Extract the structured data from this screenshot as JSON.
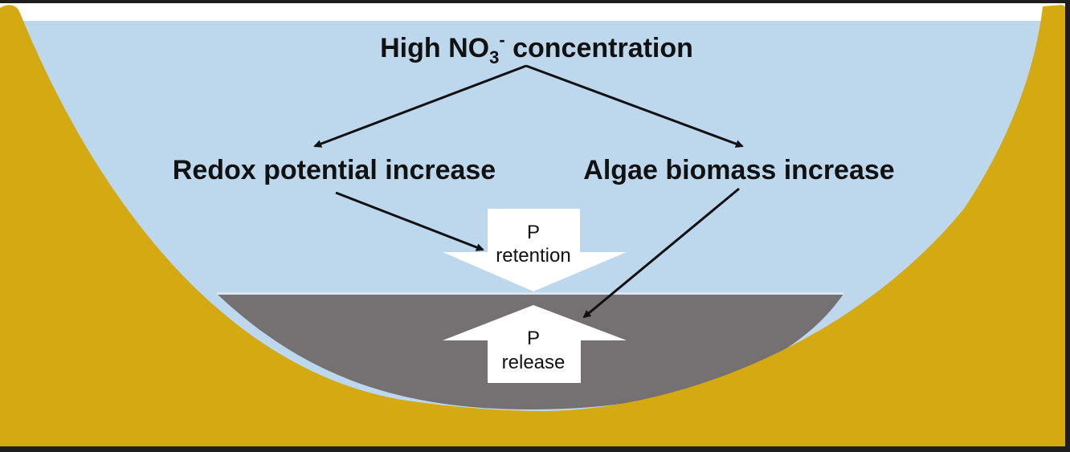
{
  "diagram": {
    "title_main": "High NO",
    "title_sub": "3",
    "title_sup": "-",
    "title_rest": " concentration",
    "left_effect": "Redox potential increase",
    "right_effect": "Algae biomass increase",
    "retention_arrow": {
      "line1": "P",
      "line2": "retention"
    },
    "release_arrow": {
      "line1": "P",
      "line2": "release"
    }
  },
  "colors": {
    "frame": "#1e1e1e",
    "top_strip": "#ffffff",
    "water": "#bdd7ed",
    "sediment_bank": "#d4a911",
    "sediment_layer": "#757071",
    "arrow_fill": "#ffffff",
    "text": "#111111"
  }
}
